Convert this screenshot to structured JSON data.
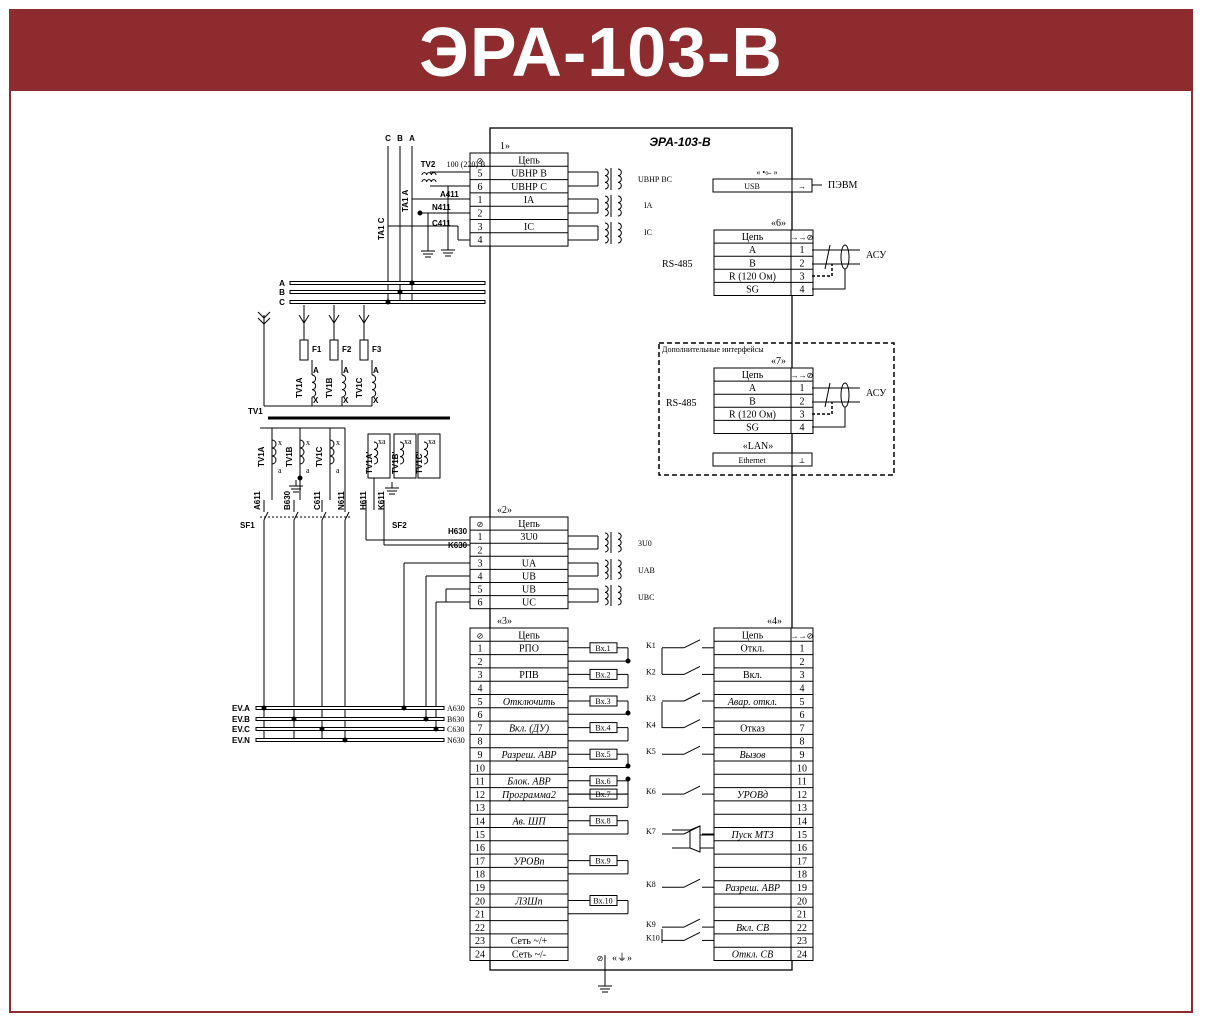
{
  "title": "ЭРА-103-В",
  "device_title": "ЭРА-103-В",
  "colors": {
    "brand": "#8e2b2f",
    "line": "#000000",
    "background": "#ffffff"
  },
  "phases_top": [
    "C",
    "B",
    "A"
  ],
  "buses": [
    "A",
    "B",
    "C"
  ],
  "tv1_label": "TV1",
  "fuses": [
    "F1",
    "F2",
    "F3"
  ],
  "tv_primary": [
    "TV1A",
    "TV1B",
    "TV1C"
  ],
  "tv_secondary": [
    "TV1A",
    "TV1B",
    "TV1C"
  ],
  "tv_open_delta": [
    "TV1A'",
    "TV1B'",
    "TV1C'"
  ],
  "wire_top": [
    "A611",
    "B630",
    "C611",
    "N611"
  ],
  "wire_delta": [
    "H611",
    "K611"
  ],
  "breakers": [
    "SF1",
    "SF2"
  ],
  "ev_buses": [
    "EV.A",
    "EV.B",
    "EV.C",
    "EV.N"
  ],
  "ev_codes": [
    "A630",
    "B630",
    "C630",
    "N630"
  ],
  "top_wires": {
    "tv2": "TV2",
    "tv2_rating": "100 (220) В",
    "ta1a": "TA1 A",
    "ta1c": "TA1 C",
    "a411": "A411",
    "n411": "N411",
    "c411": "C411",
    "h630": "H630",
    "k630": "K630"
  },
  "connectors": {
    "c1": {
      "label": "1»",
      "header": "Цепь",
      "rows": [
        "5",
        "6",
        "1",
        "2",
        "3",
        "4"
      ],
      "signals": [
        "UВНР В",
        "UВНР С",
        "IA",
        "",
        "IC",
        ""
      ],
      "outputs": [
        "UВНР ВС",
        "IA",
        "IC"
      ]
    },
    "c2": {
      "label": "«2»",
      "header": "Цепь",
      "rows": [
        "1",
        "2",
        "3",
        "4",
        "5",
        "6"
      ],
      "signals": [
        "3U0",
        "",
        "UA",
        "UB",
        "UB",
        "UC"
      ],
      "outputs": [
        "3U0",
        "UAB",
        "UBC"
      ]
    },
    "c3": {
      "label": "«3»",
      "header": "Цепь",
      "rows": [
        "1",
        "2",
        "3",
        "4",
        "5",
        "6",
        "7",
        "8",
        "9",
        "10",
        "11",
        "12",
        "13",
        "14",
        "15",
        "16",
        "17",
        "18",
        "19",
        "20",
        "21",
        "22",
        "23",
        "24"
      ],
      "signals": [
        "РПО",
        "",
        "РПВ",
        "",
        "Отключить",
        "",
        "Вкл. (ДУ)",
        "",
        "Разреш. АВР",
        "",
        "Блок. АВР",
        "Программа2",
        "",
        "Ав. ШП",
        "",
        "",
        "УРОВп",
        "",
        "",
        "ЛЗШп",
        "",
        "",
        "Сеть ~/+",
        "Сеть ~/-"
      ],
      "inputs": [
        "Вх.1",
        "Вх.2",
        "Вх.3",
        "Вх.4",
        "Вх.5",
        "Вх.6",
        "Вх.7",
        "Вх.8",
        "Вх.9",
        "Вх.10"
      ]
    },
    "c4": {
      "label": "«4»",
      "header": "Цепь",
      "rows": [
        "1",
        "2",
        "3",
        "4",
        "5",
        "6",
        "7",
        "8",
        "9",
        "10",
        "11",
        "12",
        "13",
        "14",
        "15",
        "16",
        "17",
        "18",
        "19",
        "20",
        "21",
        "22",
        "23",
        "24"
      ],
      "signals": [
        "Откл.",
        "",
        "Вкл.",
        "",
        "Авар. откл.",
        "",
        "Отказ",
        "",
        "Вызов",
        "",
        "",
        "УРОВд",
        "",
        "",
        "Пуск МТЗ",
        "",
        "",
        "",
        "Разреш. АВР",
        "",
        "",
        "Вкл. СВ",
        "",
        "Откл. СВ"
      ],
      "relays": [
        "K1",
        "K2",
        "K3",
        "K4",
        "K5",
        "K6",
        "K7",
        "K8",
        "K9",
        "K10"
      ]
    },
    "c6": {
      "label": "«6»",
      "header": "Цепь",
      "rows": [
        "1",
        "2",
        "3",
        "4"
      ],
      "signals": [
        "A",
        "B",
        "R (120 Ом)",
        "SG"
      ],
      "name": "RS-485"
    },
    "c7": {
      "label": "«7»",
      "header": "Цепь",
      "rows": [
        "1",
        "2",
        "3",
        "4"
      ],
      "signals": [
        "A",
        "B",
        "R (120 Ом)",
        "SG"
      ],
      "name": "RS-485"
    }
  },
  "usb": {
    "label": "USB",
    "target": "ПЭВМ"
  },
  "asu": "АСУ",
  "extra_interfaces": "Дополнительные интерфейсы",
  "lan": {
    "label": "«LAN»",
    "port": "Ethernet"
  },
  "ground_label": "«⏚»"
}
